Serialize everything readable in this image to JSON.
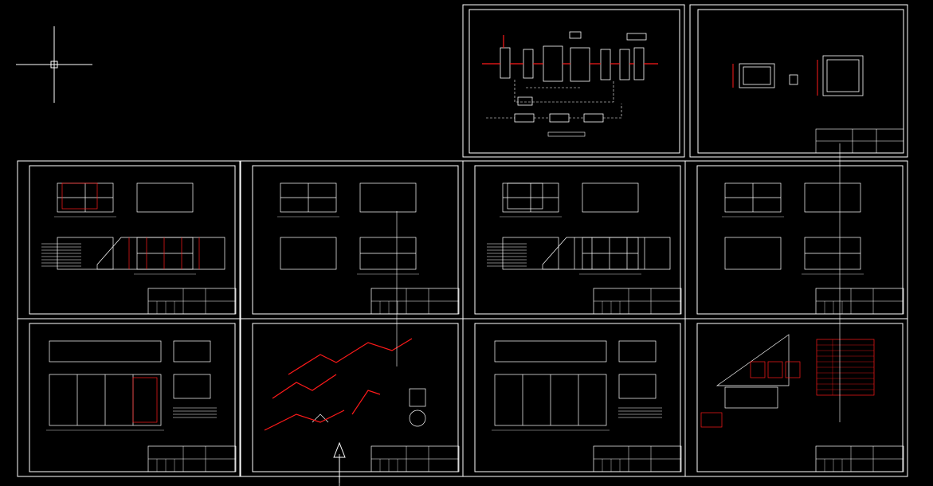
{
  "app": {
    "name": ""
  },
  "colors": {
    "background": "#000000",
    "line": "#ffffff",
    "accent": "#ff1a1a"
  },
  "crosshair": {
    "icon": "cad-crosshair-cursor-icon"
  },
  "ucs": {
    "icon": "ucs-y-axis-arrow-icon"
  },
  "sheets": [
    {
      "name": "process-flow-diagram"
    },
    {
      "name": "tank-plan-small"
    },
    {
      "name": "sheet-row1-col1"
    },
    {
      "name": "sheet-row1-col2"
    },
    {
      "name": "sheet-row1-col3"
    },
    {
      "name": "sheet-row1-col4"
    },
    {
      "name": "sheet-row2-col1"
    },
    {
      "name": "sheet-row2-col2-isometric"
    },
    {
      "name": "sheet-row2-col3"
    },
    {
      "name": "sheet-row2-col4"
    }
  ]
}
